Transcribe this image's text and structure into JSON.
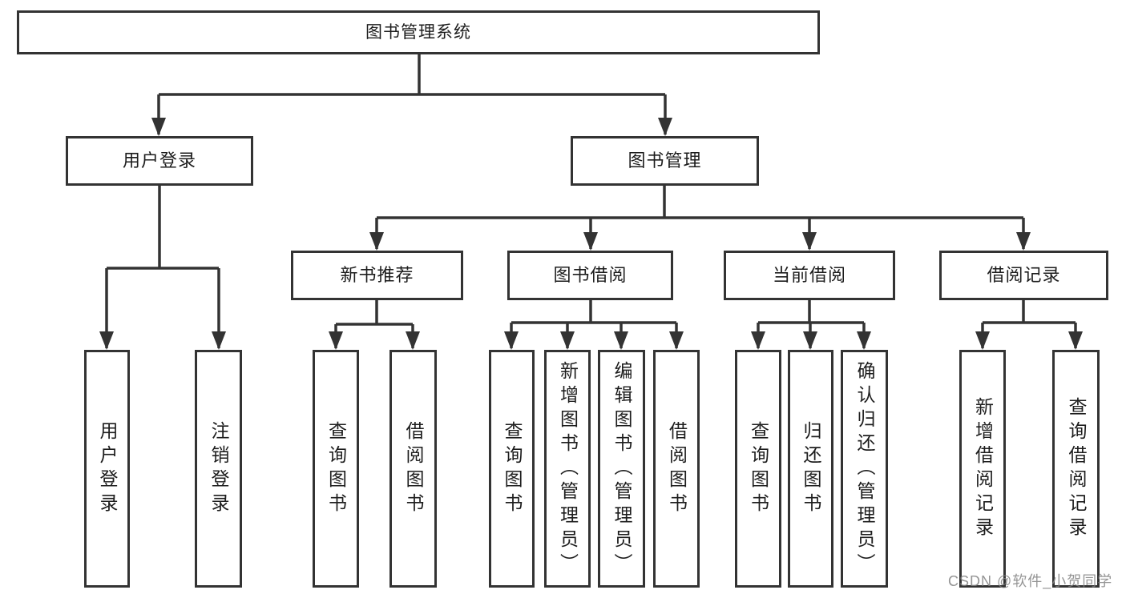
{
  "diagram": {
    "title": "图书管理系统",
    "watermark": "CSDN @软件_小贺同学",
    "colors": {
      "line": "#333333",
      "box_border": "#333333",
      "text": "#1d1d1d",
      "watermark": "#828282",
      "background": "#ffffff"
    },
    "tree": {
      "root": {
        "label": "图书管理系统"
      },
      "branches": [
        {
          "label": "用户登录",
          "children": [
            {
              "label": "用户登录"
            },
            {
              "label": "注销登录"
            }
          ]
        },
        {
          "label": "图书管理",
          "children": [
            {
              "label": "新书推荐",
              "children": [
                {
                  "label": "查询图书"
                },
                {
                  "label": "借阅图书"
                }
              ]
            },
            {
              "label": "图书借阅",
              "children": [
                {
                  "label": "查询图书"
                },
                {
                  "label": "新增图书（管理员）"
                },
                {
                  "label": "编辑图书（管理员）"
                },
                {
                  "label": "借阅图书"
                }
              ]
            },
            {
              "label": "当前借阅",
              "children": [
                {
                  "label": "查询图书"
                },
                {
                  "label": "归还图书"
                },
                {
                  "label": "确认归还（管理员）"
                }
              ]
            },
            {
              "label": "借阅记录",
              "children": [
                {
                  "label": "新增借阅记录"
                },
                {
                  "label": "查询借阅记录"
                }
              ]
            }
          ]
        }
      ]
    }
  }
}
